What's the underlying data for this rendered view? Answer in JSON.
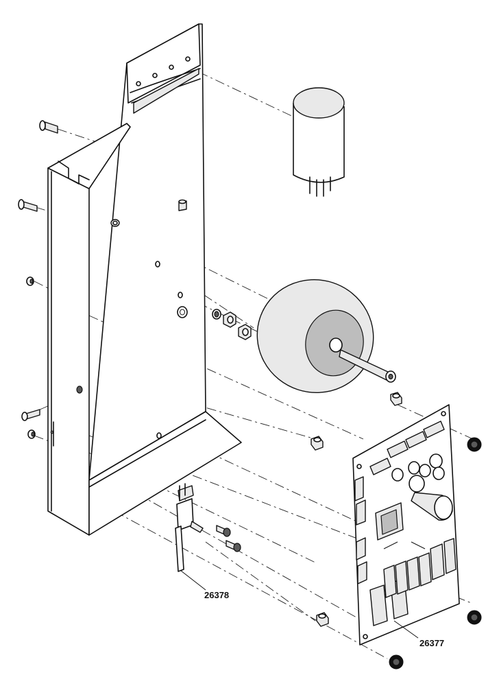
{
  "callouts": [
    {
      "id": "switch",
      "label": "26378"
    },
    {
      "id": "board",
      "label": "26377"
    }
  ]
}
